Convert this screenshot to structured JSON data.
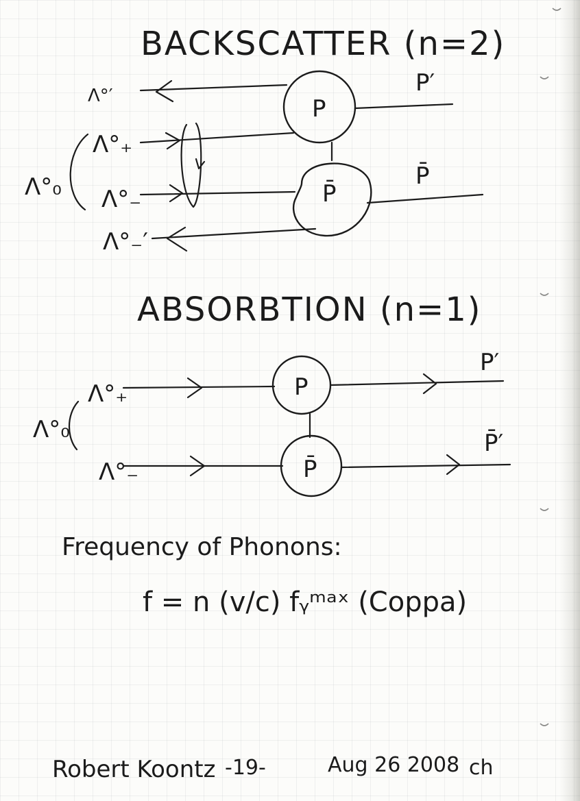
{
  "backscatter": {
    "title": "BACKSCATTER (n=2)",
    "label_lambda_out_top": "Λ°′",
    "label_lambda_plus": "Λ°₊",
    "label_lambda_minus": "Λ°₋",
    "label_lambda_out_bottom": "Λ°₋′",
    "label_pair": "Λ°₀",
    "circle_top": "P",
    "circle_bottom": "P̄",
    "label_p_out": "P′",
    "label_pbar_out": "P̄"
  },
  "absorption": {
    "title": "ABSORBTION (n=1)",
    "label_lambda_plus": "Λ°₊",
    "label_lambda_minus": "Λ°₋",
    "label_pair": "Λ°₀",
    "circle_top": "P",
    "circle_bottom": "P̄",
    "label_p_out": "P′",
    "label_pbar_out": "P̄′"
  },
  "frequency": {
    "heading": "Frequency of Phonons:",
    "formula": "f = n (v/c) fᵧᵐᵃˣ (Coppa)"
  },
  "footer": {
    "author": "Robert Koontz",
    "page": "-19-",
    "date": "Aug 26 2008",
    "initials": "ch"
  }
}
